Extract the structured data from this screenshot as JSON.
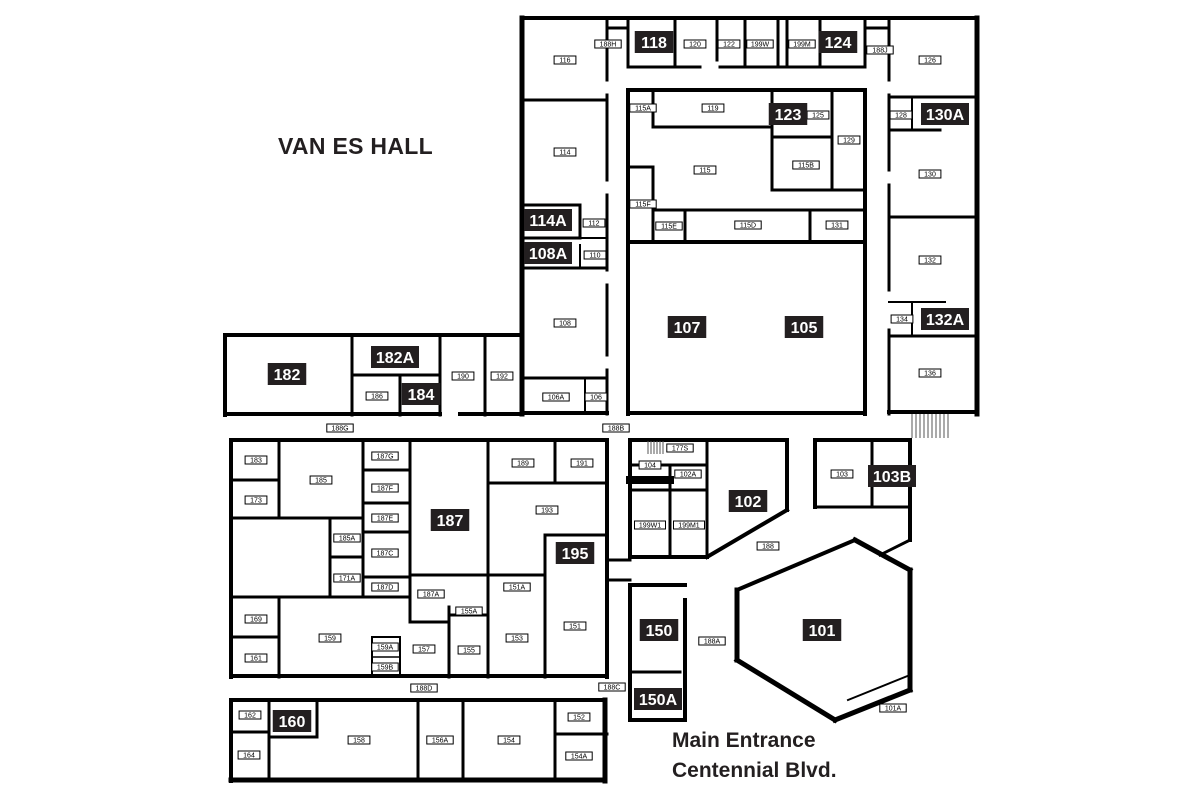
{
  "title": "VAN ES HALL",
  "entrance": {
    "line1": "Main Entrance",
    "line2": "Centennial Blvd."
  },
  "highlighted_rooms": [
    "118",
    "124",
    "123",
    "130A",
    "114A",
    "108A",
    "107",
    "105",
    "132A",
    "182",
    "182A",
    "184",
    "187",
    "195",
    "102",
    "103B",
    "101",
    "150",
    "150A",
    "160"
  ],
  "rooms": [
    "116",
    "188H",
    "120",
    "122",
    "199W",
    "199M",
    "188J",
    "126",
    "115A",
    "119",
    "125",
    "128",
    "114",
    "115",
    "115B",
    "129",
    "130",
    "115F",
    "112",
    "115E",
    "115D",
    "131",
    "110",
    "108",
    "106A",
    "106",
    "188B",
    "190",
    "192",
    "186",
    "188G",
    "132",
    "134",
    "136",
    "177S",
    "104",
    "102A",
    "199W1",
    "199M1",
    "188",
    "103",
    "188A",
    "188C",
    "101A",
    "183",
    "185",
    "187G",
    "187F",
    "187E",
    "185A",
    "187C",
    "171A",
    "187D",
    "173",
    "189",
    "191",
    "193",
    "151A",
    "187A",
    "155A",
    "169",
    "159",
    "159A",
    "157",
    "155",
    "153",
    "151",
    "161",
    "159B",
    "188D",
    "162",
    "152",
    "158",
    "156A",
    "154",
    "164",
    "154A"
  ],
  "colors": {
    "wall": "#000000",
    "highlight_bg": "#231f20",
    "highlight_text": "#ffffff",
    "background": "#ffffff"
  }
}
